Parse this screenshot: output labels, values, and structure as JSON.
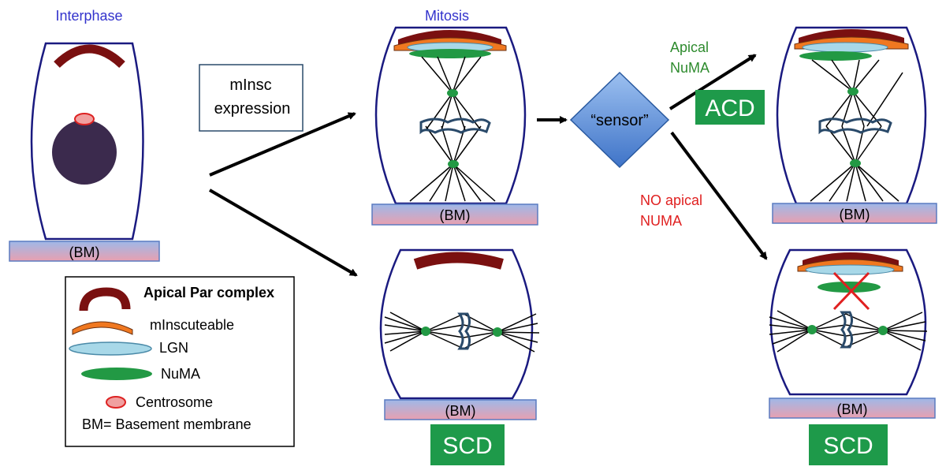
{
  "labels": {
    "interphase": "Interphase",
    "mitosis": "Mitosis",
    "bm": "(BM)",
    "minsc_line1": "mInsc",
    "minsc_line2": "expression",
    "sensor": "“sensor”",
    "apical_numa_line1": "Apical",
    "apical_numa_line2": "NuMA",
    "no_apical_line1": "NO apical",
    "no_apical_line2": "NUMA",
    "acd": "ACD",
    "scd": "SCD"
  },
  "legend": {
    "apical_par": "Apical Par complex",
    "minscuteable": "mInscuteable",
    "lgn": "LGN",
    "numa": "NuMA",
    "centrosome": "Centrosome",
    "bm_def": "BM= Basement membrane"
  },
  "colors": {
    "cell_outline": "#1a1a80",
    "par": "#7a1010",
    "minsc": "#f07820",
    "lgn": "#a8d8e8",
    "numa": "#229944",
    "centrosome_fill": "#f0a0a0",
    "centrosome_stroke": "#dd2222",
    "nucleus": "#3b2a4d",
    "badge": "#1e9a4a",
    "sensor_fill": "#5b8fd8",
    "cross": "#e02020"
  }
}
